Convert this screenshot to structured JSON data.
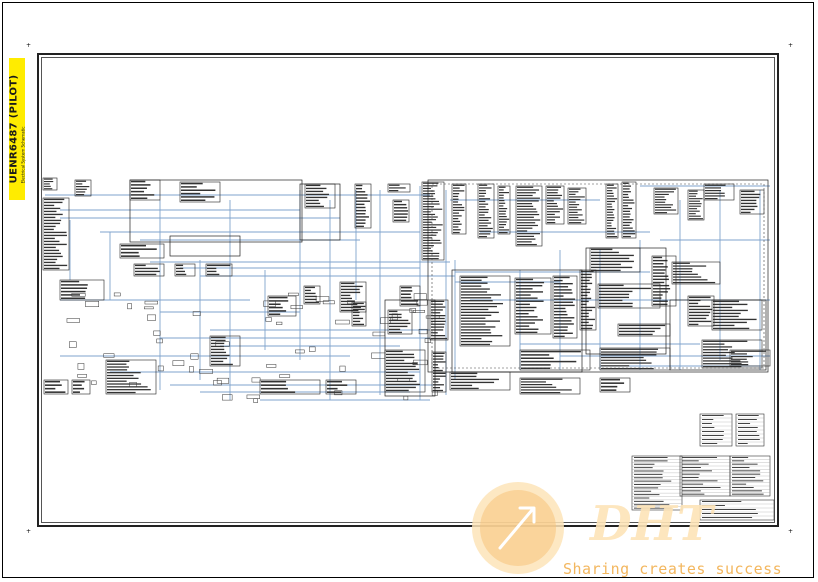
{
  "document": {
    "title": "UENR6487 (PILOT)",
    "subtitle": "Electrical System Schematic"
  },
  "watermark": {
    "slogan": "Sharing creates success",
    "colors": {
      "orange": "#f5a623",
      "pale": "#fde4b8"
    }
  },
  "colors": {
    "wire": "#7fa3cc",
    "ink": "#1a1a1a",
    "tab": "#ffec00"
  }
}
